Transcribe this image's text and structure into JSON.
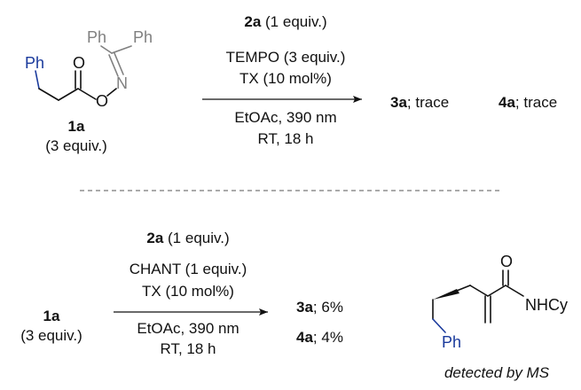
{
  "top_scheme": {
    "reactant": {
      "id": "1a",
      "equiv": "(3 equiv.)",
      "labels": {
        "ph_left": "Ph",
        "ph_top1": "Ph",
        "ph_top2": "Ph",
        "o_carbonyl": "O",
        "o_ester": "O",
        "n": "N"
      }
    },
    "conditions_above": {
      "reagent_id": "2a",
      "reagent_equiv": " (1 equiv.)",
      "line2": "TEMPO (3 equiv.)",
      "line3": "TX (10 mol%)"
    },
    "conditions_below": {
      "line1": "EtOAc, 390 nm",
      "line2": "RT, 18 h"
    },
    "products": [
      {
        "id": "3a",
        "result": "; trace"
      },
      {
        "id": "4a",
        "result": "; trace"
      }
    ]
  },
  "bottom_scheme": {
    "reactant": {
      "id": "1a",
      "equiv": "(3 equiv.)"
    },
    "conditions_above": {
      "reagent_id": "2a",
      "reagent_equiv": " (1 equiv.)",
      "line2": "CHANT (1 equiv.)",
      "line3": "TX (10 mol%)"
    },
    "conditions_below": {
      "line1": "EtOAc, 390 nm",
      "line2": "RT, 18 h"
    },
    "products": [
      {
        "id": "3a",
        "result": "; 6%"
      },
      {
        "id": "4a",
        "result": "; 4%"
      }
    ],
    "detected_structure": {
      "labels": {
        "o": "O",
        "nhcy": "NHCy",
        "ph": "Ph"
      },
      "caption": "detected by MS"
    }
  },
  "colors": {
    "ph_blue": "#1a3a9c",
    "ghost_grey": "#808080",
    "text": "#111111"
  }
}
